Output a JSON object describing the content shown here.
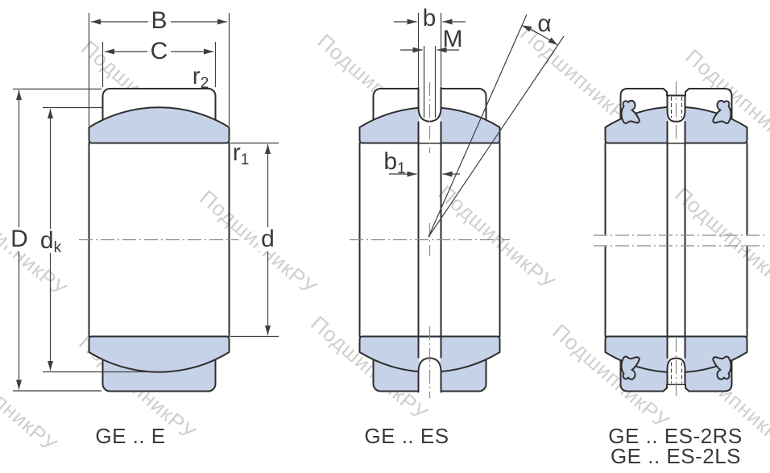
{
  "drawing": {
    "type": "spherical plain bearing cross-sections",
    "labels": {
      "B": "B",
      "C": "C",
      "D": "D",
      "d": "d",
      "b": "b",
      "M": "M",
      "alpha": "α",
      "r2": {
        "base": "r",
        "sub": "2"
      },
      "r1": {
        "base": "r",
        "sub": "1"
      },
      "dk": {
        "base": "d",
        "sub": "k"
      },
      "b1": {
        "base": "b",
        "sub": "1"
      }
    },
    "captions": {
      "left": "GE .. E",
      "middle": "GE .. ES",
      "right_top": "GE .. ES-2RS",
      "right_bottom": "GE .. ES-2LS"
    },
    "watermark": {
      "text": "ПодшипникРУ"
    },
    "colors": {
      "section_fill": "#c5d2e8",
      "outline": "#2d2d2d",
      "dimension_lines": "#3f3f3f",
      "centerline": "#8a8a8a",
      "watermark": "#949494"
    }
  }
}
